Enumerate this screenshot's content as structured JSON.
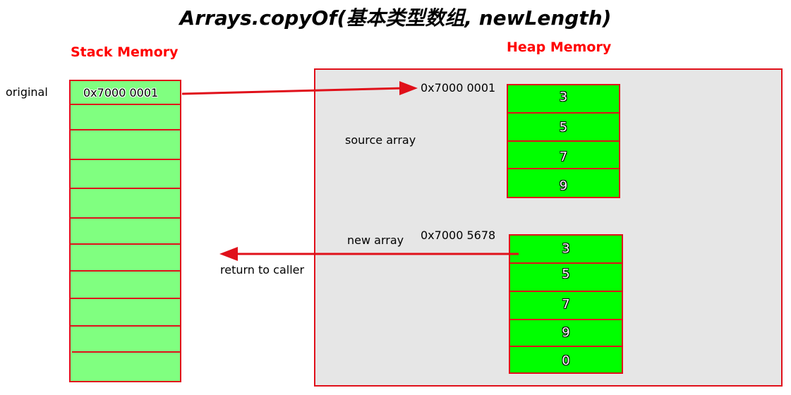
{
  "title": "Arrays.copyOf(基本类型数组, newLength)",
  "stack": {
    "title": "Stack Memory",
    "variable_label": "original",
    "first_cell_value": "0x7000 0001"
  },
  "heap": {
    "title": "Heap Memory",
    "source": {
      "address": "0x7000 0001",
      "label": "source array",
      "values": [
        "3",
        "5",
        "7",
        "9"
      ]
    },
    "new_array": {
      "address": "0x7000 5678",
      "label": "new array",
      "values": [
        "3",
        "5",
        "7",
        "9",
        "0"
      ]
    }
  },
  "return_label": "return to caller",
  "colors": {
    "border": "#e0101a",
    "stack_fill": "#80ff80",
    "array_fill": "#00ff00",
    "heap_fill": "#e6e6e6",
    "title_red": "#ff0000"
  }
}
